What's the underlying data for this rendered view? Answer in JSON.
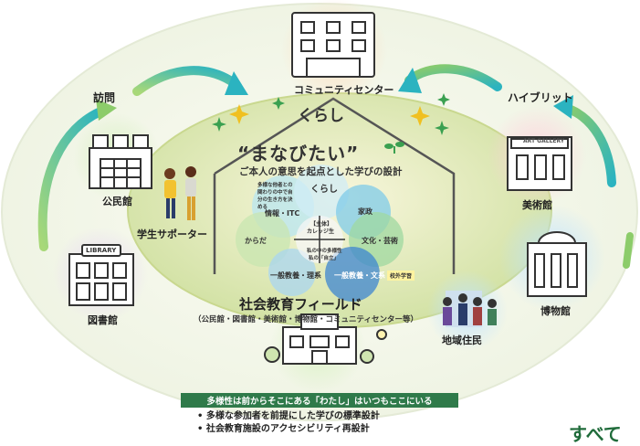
{
  "labels": {
    "community_center": "コミュニティセンター",
    "visit": "訪問",
    "hybrid": "ハイブリット",
    "kurashi": "くらし",
    "public_hall": "公民館",
    "art_museum": "美術館",
    "student_supporter": "学生サポーター",
    "library": "図書館",
    "museum": "博物館",
    "local_residents": "地域住民",
    "art_gallery_sign": "ART GALLERY",
    "library_sign": "LIBRARY"
  },
  "center": {
    "title": "“まなびたい”",
    "subtitle": "ご本人の意思を起点とした学びの設計"
  },
  "bubbles": {
    "top_note": "多様な他者との関わりの中で自分の生き方を決める",
    "kurashi": "くらし",
    "info_itc": "情報・ITC",
    "family": "家政",
    "body": "からだ",
    "culture": "文化・芸術",
    "general_science": "一般教養・理系",
    "general_humanities": "一般教養・文系",
    "core_1": "【主体】",
    "core_2": "カレッジ生",
    "diversity_1": "私の中の多様性",
    "diversity_2": "私の「自立」",
    "extracurricular": "校外学習"
  },
  "field": {
    "title": "社会教育フィールド",
    "subtitle": "（公民館・図書館・美術館・博物館・コミュニティセンター等）"
  },
  "banner": "多様性は前からそこにある「わたし」はいつもここにいる",
  "bullets": [
    "• 多様な参加者を前提にした学びの標準設計",
    "• 社会教育施設のアクセシビリティ再設計"
  ],
  "corner_text": "すべて",
  "colors": {
    "outer_ellipse": "#f2f6e8",
    "inner_ellipse": "#d8e6a8",
    "arrow_green": "#8ccc6a",
    "arrow_teal": "#2bb3c0",
    "banner": "#2f7a4a",
    "building_stroke": "#333333"
  }
}
